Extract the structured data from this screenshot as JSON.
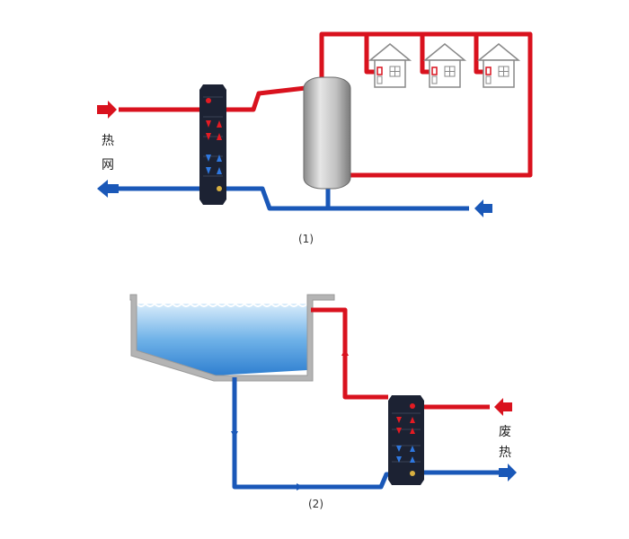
{
  "diagram1": {
    "side_label_char1": "热",
    "side_label_char2": "网",
    "caption": "(1)"
  },
  "diagram2": {
    "side_label_char1": "废",
    "side_label_char2": "热",
    "caption": "(2)"
  },
  "colors": {
    "hot_pipe": "#d9121e",
    "cold_pipe": "#1a58b8",
    "exchanger_body": "#1c2233",
    "tank": "#b8b8b8",
    "water": "#3a8fd8",
    "basin": "#b4b4b4"
  },
  "houses": [
    {
      "icon": "house-icon"
    },
    {
      "icon": "house-icon"
    },
    {
      "icon": "house-icon"
    }
  ]
}
